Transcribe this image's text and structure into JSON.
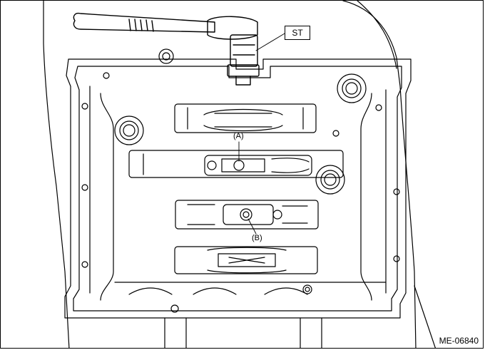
{
  "labels": {
    "special_tool": "ST",
    "callout_a": "(A)",
    "callout_b": "(B)",
    "figure_code": "ME-06840"
  }
}
